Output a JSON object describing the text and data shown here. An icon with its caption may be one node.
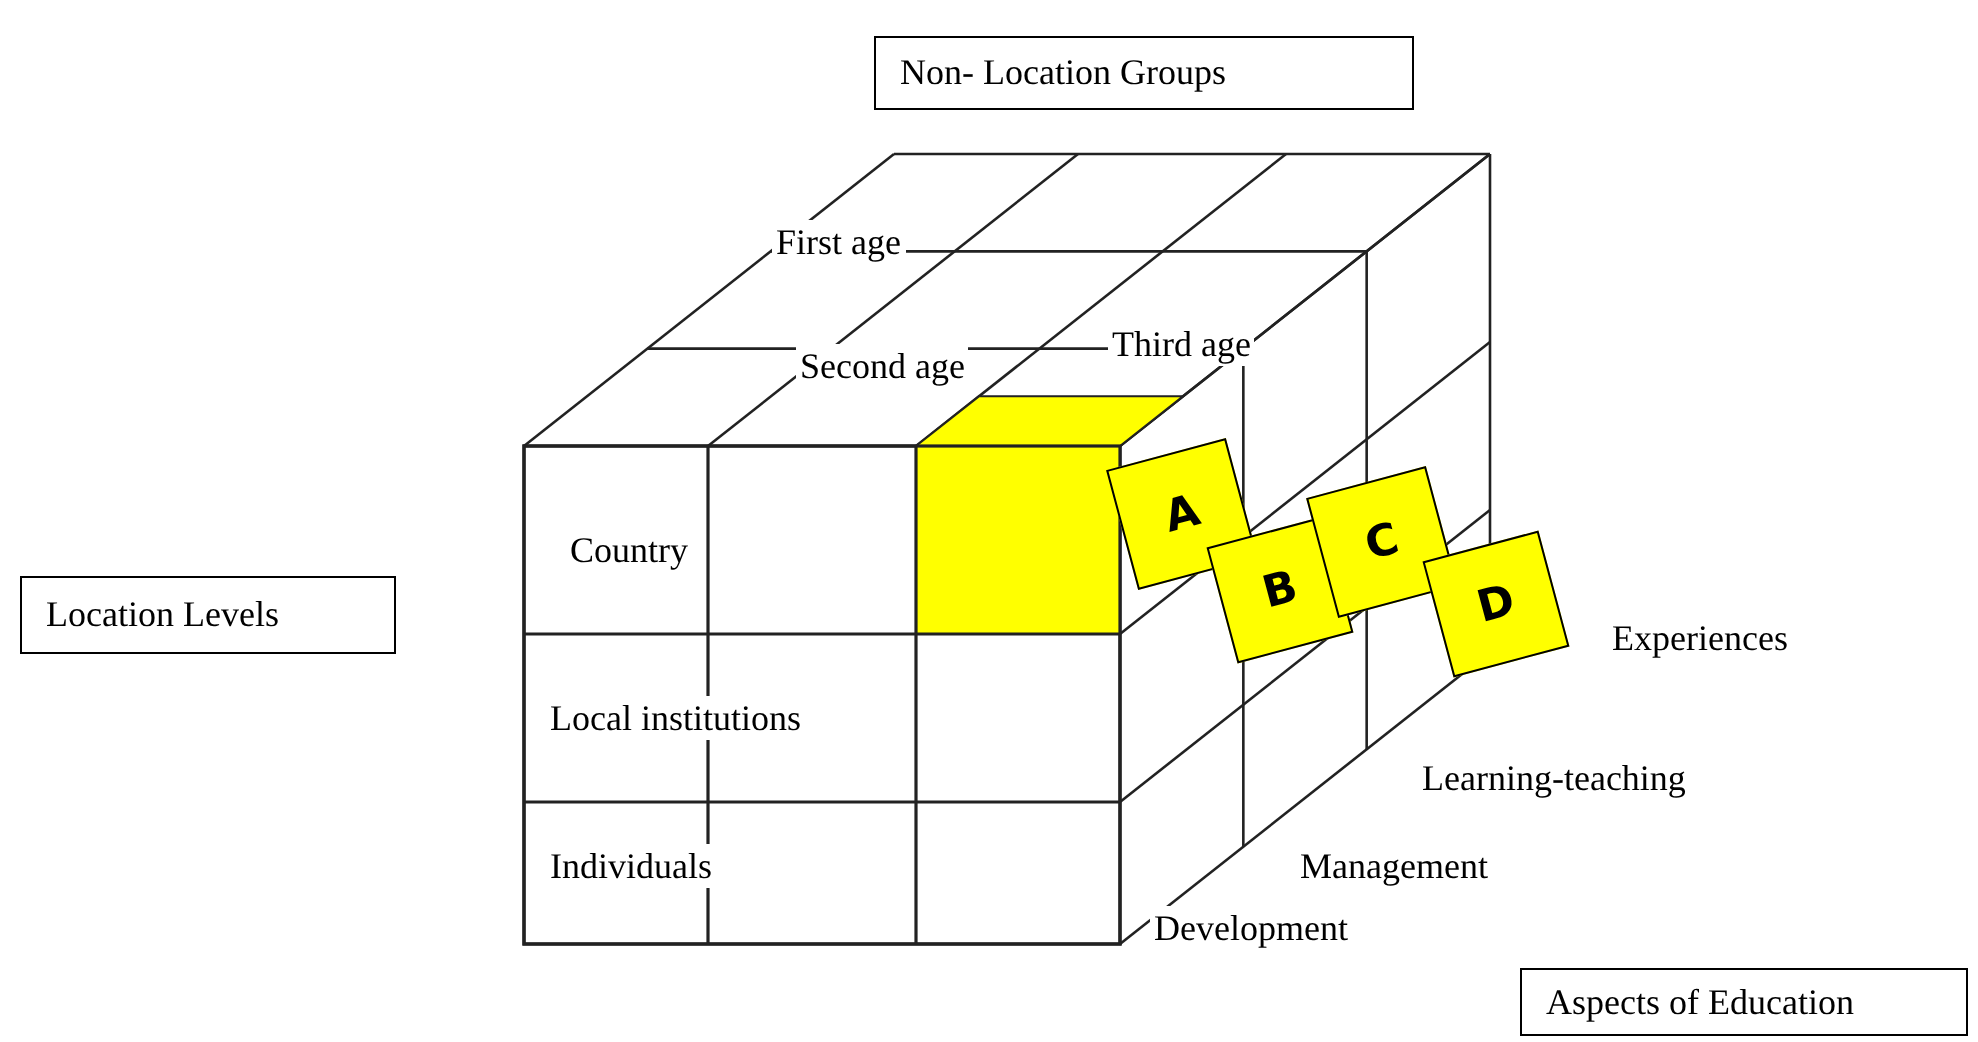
{
  "diagram": {
    "nodes": [
      {
        "text": [
          "Non- Location Groups"
        ]
      },
      {
        "text": [
          "Location Levels"
        ]
      },
      {
        "text": [
          "A"
        ]
      },
      {
        "text": [
          "B"
        ]
      },
      {
        "text": [
          "C"
        ]
      },
      {
        "text": [
          "D"
        ]
      },
      {
        "text": [
          "Aspects of Education"
        ]
      }
    ],
    "labels": [
      "First age",
      "Second age",
      "Third age",
      "Country",
      "Local institutions",
      "Individuals",
      "Experiences",
      "Learning-teaching",
      "Management",
      "Development"
    ]
  }
}
